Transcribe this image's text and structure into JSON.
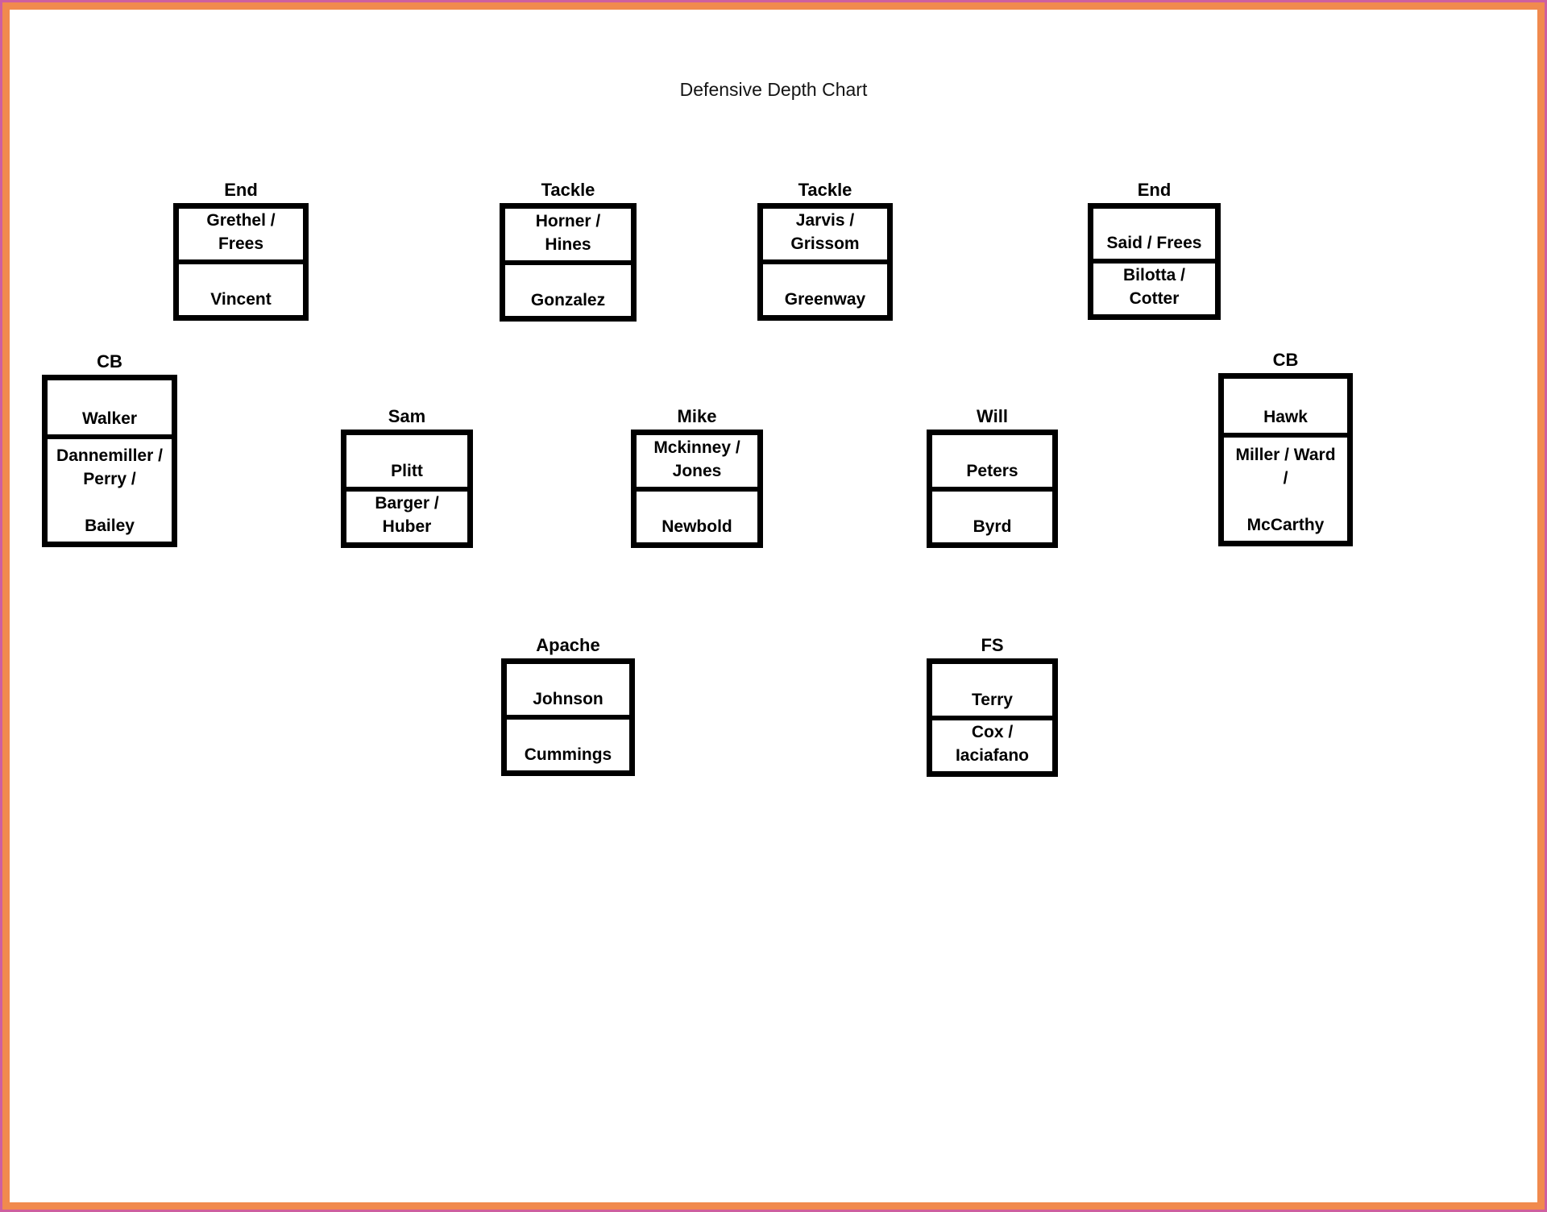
{
  "title": "Defensive Depth Chart",
  "frame_colors": {
    "outer": "#ce5f9f",
    "inner": "#f18a4e"
  },
  "positions": [
    {
      "id": "end-left",
      "label": "End",
      "cells": [
        [
          "Grethel /",
          "Frees"
        ],
        [
          "Vincent"
        ]
      ]
    },
    {
      "id": "tackle-left",
      "label": "Tackle",
      "cells": [
        [
          "Horner /",
          "Hines"
        ],
        [
          "Gonzalez"
        ]
      ]
    },
    {
      "id": "tackle-right",
      "label": "Tackle",
      "cells": [
        [
          "Jarvis /",
          "Grissom"
        ],
        [
          "Greenway"
        ]
      ]
    },
    {
      "id": "end-right",
      "label": "End",
      "cells": [
        [
          "Said / Frees"
        ],
        [
          "Bilotta /",
          "Cotter"
        ]
      ]
    },
    {
      "id": "cb-left",
      "label": "CB",
      "cells": [
        [
          "Walker"
        ],
        [
          "Dannemiller /",
          "Perry /",
          "",
          "Bailey"
        ]
      ]
    },
    {
      "id": "sam",
      "label": "Sam",
      "cells": [
        [
          "Plitt"
        ],
        [
          "Barger /",
          "Huber"
        ]
      ]
    },
    {
      "id": "mike",
      "label": "Mike",
      "cells": [
        [
          "Mckinney /",
          "Jones"
        ],
        [
          "Newbold"
        ]
      ]
    },
    {
      "id": "will",
      "label": "Will",
      "cells": [
        [
          "Peters"
        ],
        [
          "Byrd"
        ]
      ]
    },
    {
      "id": "cb-right",
      "label": "CB",
      "cells": [
        [
          "Hawk"
        ],
        [
          "Miller / Ward",
          "/",
          "",
          "McCarthy"
        ]
      ]
    },
    {
      "id": "apache",
      "label": "Apache",
      "cells": [
        [
          "Johnson"
        ],
        [
          "Cummings"
        ]
      ]
    },
    {
      "id": "fs",
      "label": "FS",
      "cells": [
        [
          "Terry"
        ],
        [
          "Cox /",
          "Iaciafano"
        ]
      ]
    }
  ]
}
